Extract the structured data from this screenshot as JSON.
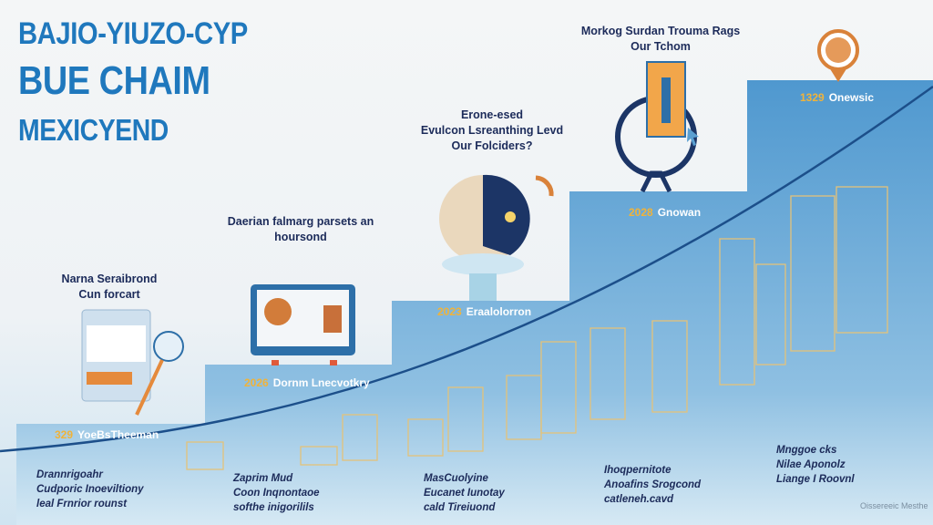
{
  "title": {
    "line1": "BAJIO-YIUZO-CYP",
    "line2": "BUE CHAIM",
    "line3": "MEXICYEND"
  },
  "captions": [
    {
      "line1": "Narna Seraibrond",
      "line2": "Cun forcart"
    },
    {
      "line1": "Daerian falmarg parsets an",
      "line2": "hoursond"
    },
    {
      "line1": "Erone-esed",
      "line2": "Evulcon Lsreanthing Levd",
      "line3": "Our Folciders?"
    },
    {
      "line1": "Morkog Surdan Trouma Rags",
      "line2": "Our Tchom"
    }
  ],
  "steps": [
    {
      "year": "329",
      "label": "YoeBsTheeman"
    },
    {
      "year": "2026",
      "label": "Dornm Lnecvotkry"
    },
    {
      "year": "2023",
      "label": "Eraalolorron"
    },
    {
      "year": "2028",
      "label": "Gnowan"
    },
    {
      "year": "1329",
      "label": "Onewsic"
    }
  ],
  "footer": [
    {
      "line1": "Drannrigoahr",
      "line2": "Cudporic Inoeviltiony",
      "line3": "leal Frnrior rounst"
    },
    {
      "line1": "Zaprim Mud",
      "line2": "Coon Inqnontaoe",
      "line3": "softhe inigorilils"
    },
    {
      "line1": "MasCuolyine",
      "line2": "Eucanet Iunotay",
      "line3": "cald Tireiuond"
    },
    {
      "line1": "Ihoqpernitote",
      "line2": "Anoafins Srogcond",
      "line3": "catleneh.cavd"
    },
    {
      "line1": "Mnggoe cks",
      "line2": "Nilae Aponolz",
      "line3": "Liange I Roovnl"
    }
  ],
  "watermark": "Oissereeic Mesthe",
  "colors": {
    "accent": "#1f78bd",
    "step": "#5a9fd1",
    "navy": "#1c2b5a",
    "gold": "#f0b33a",
    "orange": "#d9823a"
  }
}
